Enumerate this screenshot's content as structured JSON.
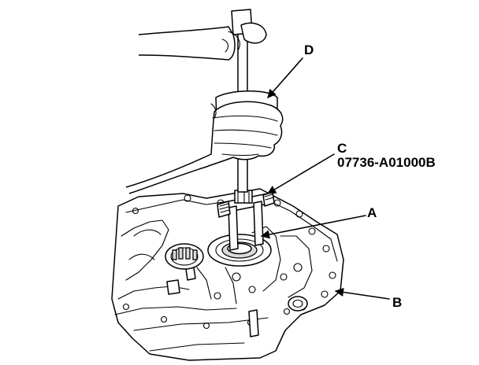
{
  "callouts": {
    "d": {
      "letter": "D"
    },
    "c": {
      "letter": "C",
      "part_number": "07736-A01000B"
    },
    "a": {
      "letter": "A"
    },
    "b": {
      "letter": "B"
    }
  }
}
